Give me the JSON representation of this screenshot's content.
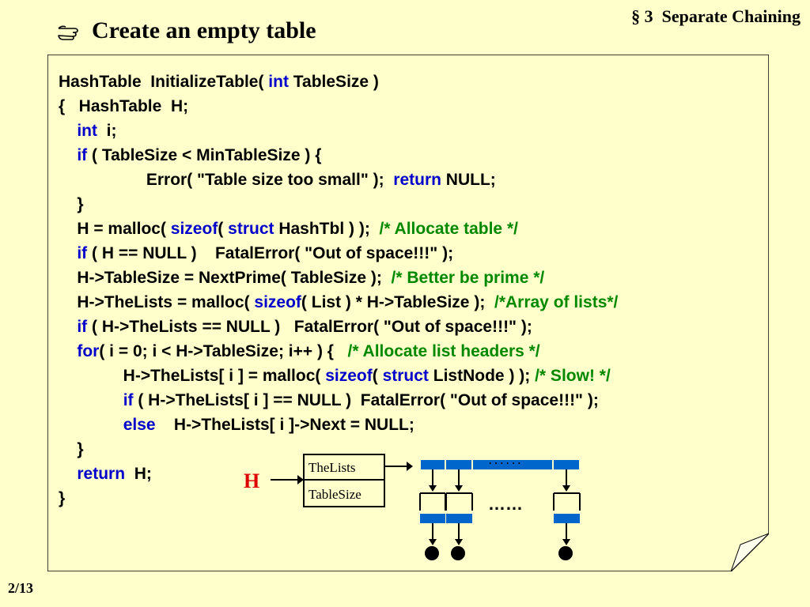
{
  "header": {
    "section": "§ 3  Separate Chaining",
    "title": "Create an empty table",
    "page": "2/13",
    "title_icon": "pointing-hand-icon"
  },
  "code": [
    [
      {
        "t": "HashTable  InitializeTable( "
      },
      {
        "t": "int",
        "k": "kw"
      },
      {
        "t": " TableSize )"
      }
    ],
    [
      {
        "t": "{   HashTable  H;"
      }
    ],
    [
      {
        "t": "    "
      },
      {
        "t": "int",
        "k": "kw"
      },
      {
        "t": "  i;"
      }
    ],
    [
      {
        "t": "    "
      },
      {
        "t": "if",
        "k": "kw"
      },
      {
        "t": " ( TableSize < MinTableSize ) {"
      }
    ],
    [
      {
        "t": "                   Error( \"Table size too small\" );  "
      },
      {
        "t": "return",
        "k": "kw"
      },
      {
        "t": " NULL;"
      }
    ],
    [
      {
        "t": "    }"
      }
    ],
    [
      {
        "t": "    H = malloc( "
      },
      {
        "t": "sizeof",
        "k": "kw"
      },
      {
        "t": "( "
      },
      {
        "t": "struct",
        "k": "kw"
      },
      {
        "t": " HashTbl ) );  "
      },
      {
        "t": "/* Allocate table */",
        "k": "cm"
      }
    ],
    [
      {
        "t": "    "
      },
      {
        "t": "if",
        "k": "kw"
      },
      {
        "t": " ( H == NULL )    FatalError( \"Out of space!!!\" );"
      }
    ],
    [
      {
        "t": "    H->TableSize = NextPrime( TableSize );  "
      },
      {
        "t": "/* Better be prime */",
        "k": "cm"
      }
    ],
    [
      {
        "t": "    H->TheLists = malloc( "
      },
      {
        "t": "sizeof",
        "k": "kw"
      },
      {
        "t": "( List ) * H->TableSize );  "
      },
      {
        "t": "/*Array of lists*/",
        "k": "cm"
      }
    ],
    [
      {
        "t": "    "
      },
      {
        "t": "if",
        "k": "kw"
      },
      {
        "t": " ( H->TheLists == NULL )   FatalError( \"Out of space!!!\" );"
      }
    ],
    [
      {
        "t": "    "
      },
      {
        "t": "for",
        "k": "kw"
      },
      {
        "t": "( i = 0; i < H->TableSize; i++ ) {   "
      },
      {
        "t": "/* Allocate list headers */",
        "k": "cm"
      }
    ],
    [
      {
        "t": "              H->TheLists[ i ] = malloc( "
      },
      {
        "t": "sizeof",
        "k": "kw"
      },
      {
        "t": "( "
      },
      {
        "t": "struct",
        "k": "kw"
      },
      {
        "t": " ListNode ) ); "
      },
      {
        "t": "/* Slow! */",
        "k": "cm"
      }
    ],
    [
      {
        "t": "              "
      },
      {
        "t": "if",
        "k": "kw"
      },
      {
        "t": " ( H->TheLists[ i ] == NULL )  FatalError( \"Out of space!!!\" );"
      }
    ],
    [
      {
        "t": "              "
      },
      {
        "t": "else",
        "k": "kw"
      },
      {
        "t": "    H->TheLists[ i ]->Next = NULL;"
      }
    ],
    [
      {
        "t": "    }"
      }
    ],
    [
      {
        "t": "    "
      },
      {
        "t": "return",
        "k": "kw"
      },
      {
        "t": "  H;"
      }
    ],
    [
      {
        "t": "}"
      }
    ]
  ],
  "diagram": {
    "pointer_label": "H",
    "field_thelists": "TheLists",
    "field_tablesize": "TableSize",
    "array_ellipsis": "· · · · · ·",
    "node_ellipsis": "……"
  },
  "colors": {
    "background": "#FFFFCC",
    "keyword": "#0000CC",
    "comment": "#008800",
    "pointer_label": "#DD0000",
    "array_cell": "#0066CC"
  }
}
